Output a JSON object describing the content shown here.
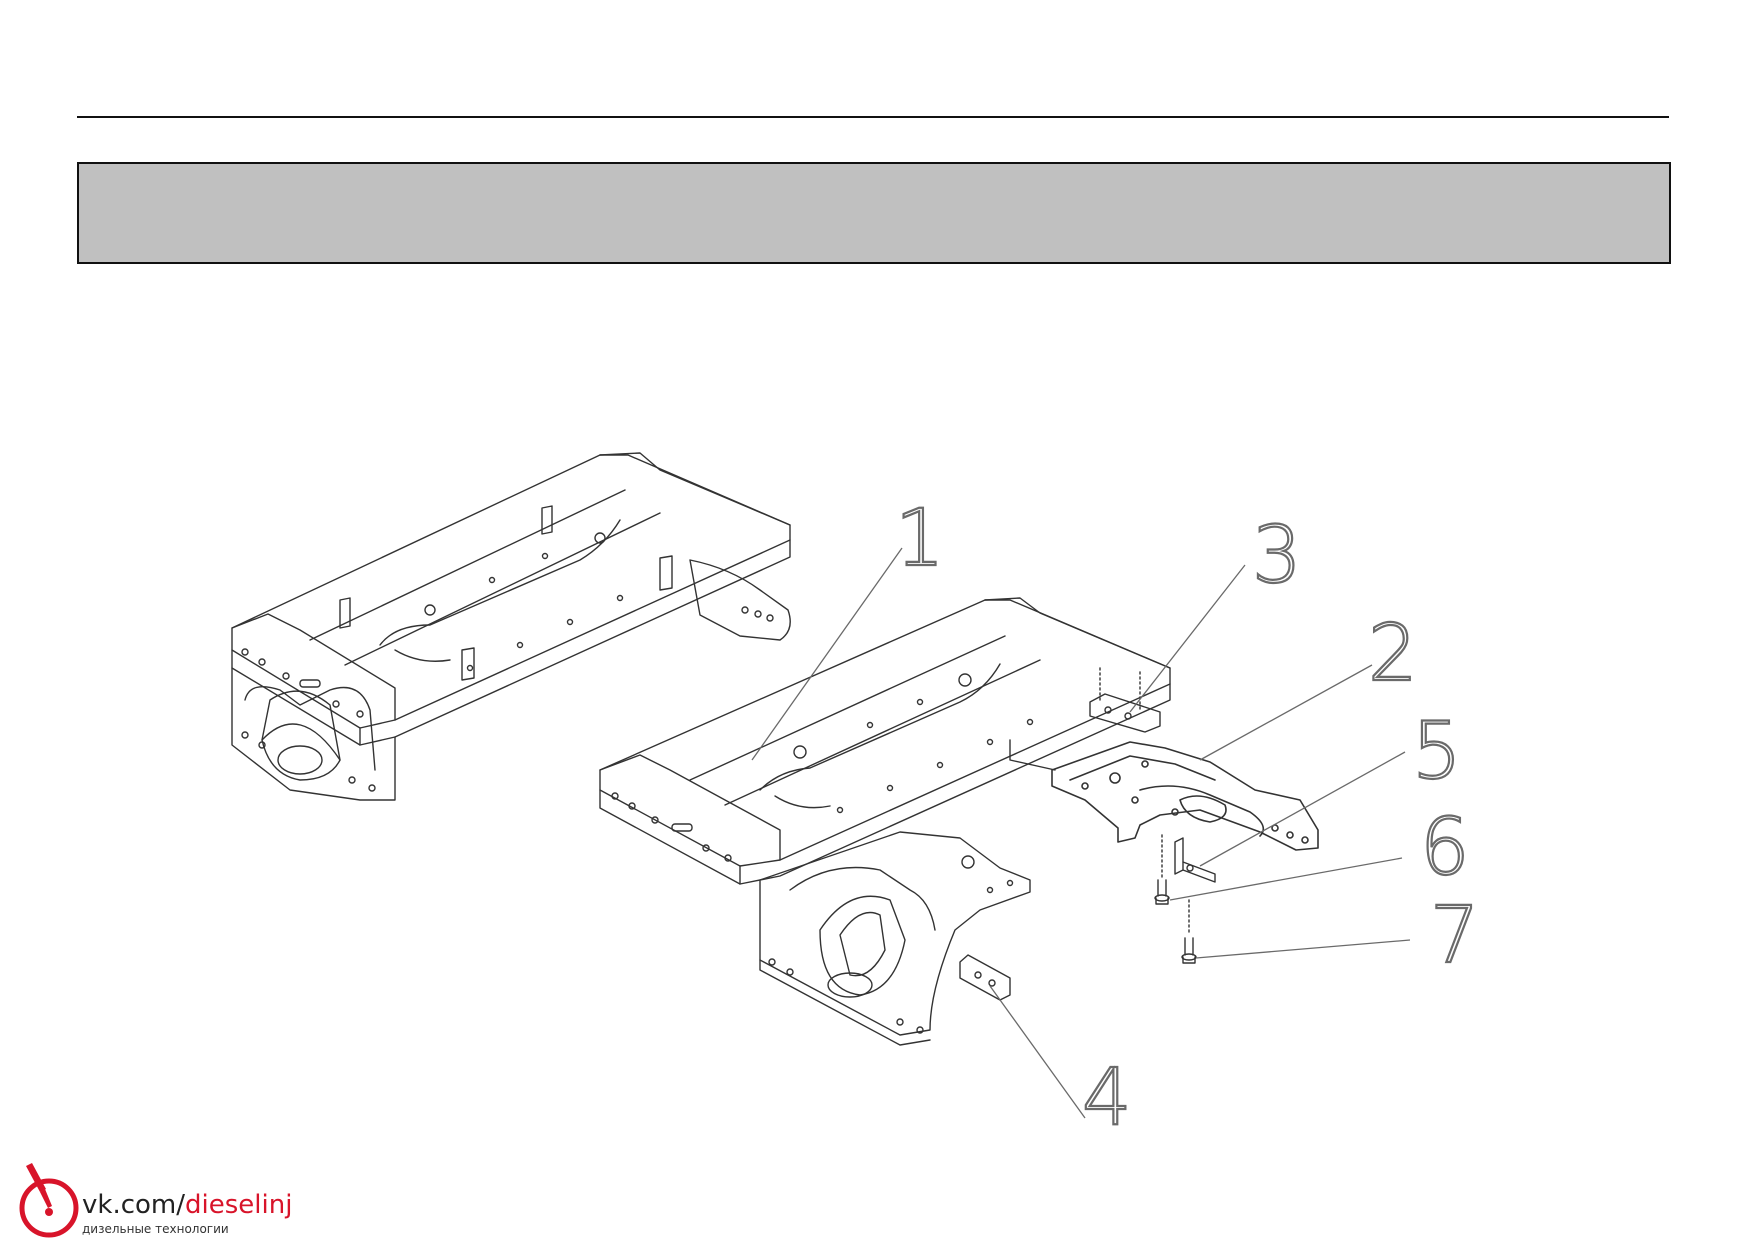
{
  "callouts": [
    {
      "number": "1"
    },
    {
      "number": "2"
    },
    {
      "number": "3"
    },
    {
      "number": "4"
    },
    {
      "number": "5"
    },
    {
      "number": "6"
    },
    {
      "number": "7"
    }
  ],
  "watermark": {
    "url_prefix": "vk.com/",
    "url_accent": "dieselinj",
    "tagline": "дизельные технологии",
    "accent_color": "#d8142a"
  },
  "colors": {
    "title_band": "#c0c0c0",
    "line_art": "#333333",
    "leader_lines": "#6a6a6a"
  }
}
